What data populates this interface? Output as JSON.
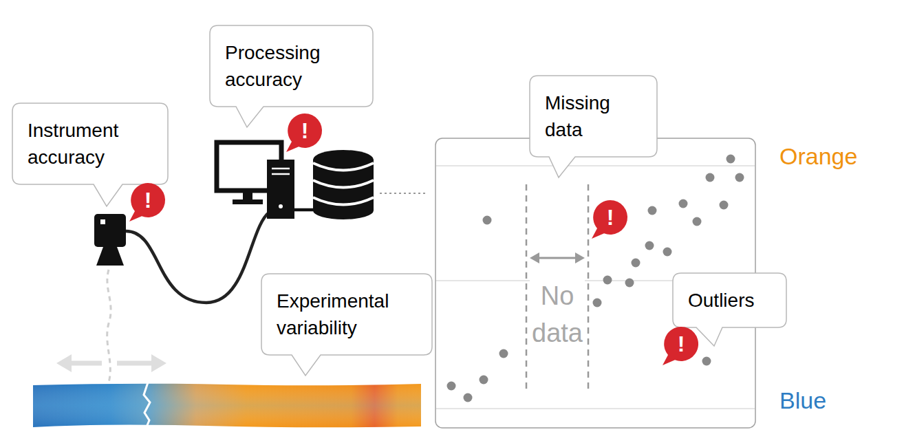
{
  "diagram": {
    "nodes": [
      {
        "text": [
          "Processing accuracy"
        ]
      },
      {
        "text": [
          "Missing data"
        ]
      },
      {
        "text": [
          "Instrument accuracy"
        ]
      },
      {
        "text": [
          "!"
        ]
      },
      {
        "text": [
          "!"
        ]
      },
      {
        "text": [
          "!"
        ]
      },
      {
        "text": [
          "Experimental variability"
        ]
      },
      {
        "text": [
          "Outliers"
        ]
      },
      {
        "text": [
          "!"
        ]
      }
    ],
    "labels": [
      "No data",
      "Orange",
      "Blue"
    ]
  }
}
